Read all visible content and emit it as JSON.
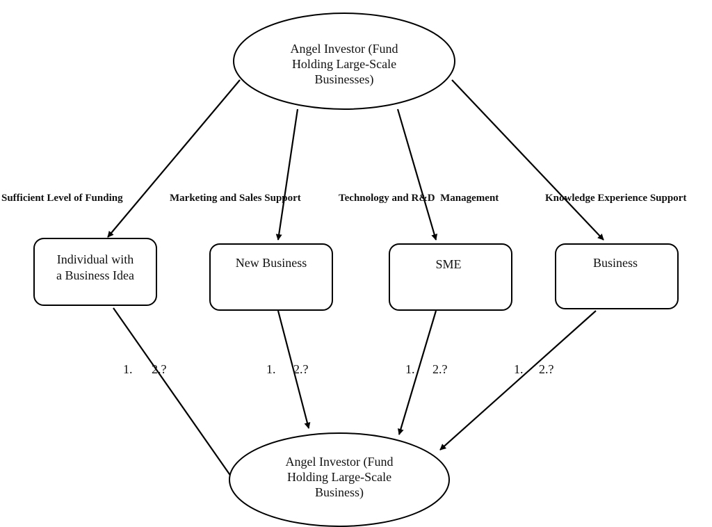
{
  "top_node": {
    "lines": [
      "Angel Investor (Fund",
      "Holding Large-Scale",
      "Businesses)"
    ]
  },
  "bottom_node": {
    "lines": [
      "Angel Investor (Fund",
      "Holding Large-Scale",
      "Business)"
    ]
  },
  "support_labels": [
    "Sufficient Level of Funding",
    "Marketing and Sales Support",
    "Technology and R&D  Management",
    "Knowledge Experience Support"
  ],
  "middle_nodes": [
    {
      "lines": [
        "Individual with",
        "a Business Idea"
      ]
    },
    {
      "lines": [
        "New Business"
      ]
    },
    {
      "lines": [
        "SME"
      ]
    },
    {
      "lines": [
        "Business"
      ]
    }
  ],
  "steps": [
    {
      "one": "1.",
      "two": "2.?"
    },
    {
      "one": "1.",
      "two": "2.?"
    },
    {
      "one": "1.",
      "two": "2.?"
    },
    {
      "one": "1.",
      "two": "2.?"
    }
  ]
}
